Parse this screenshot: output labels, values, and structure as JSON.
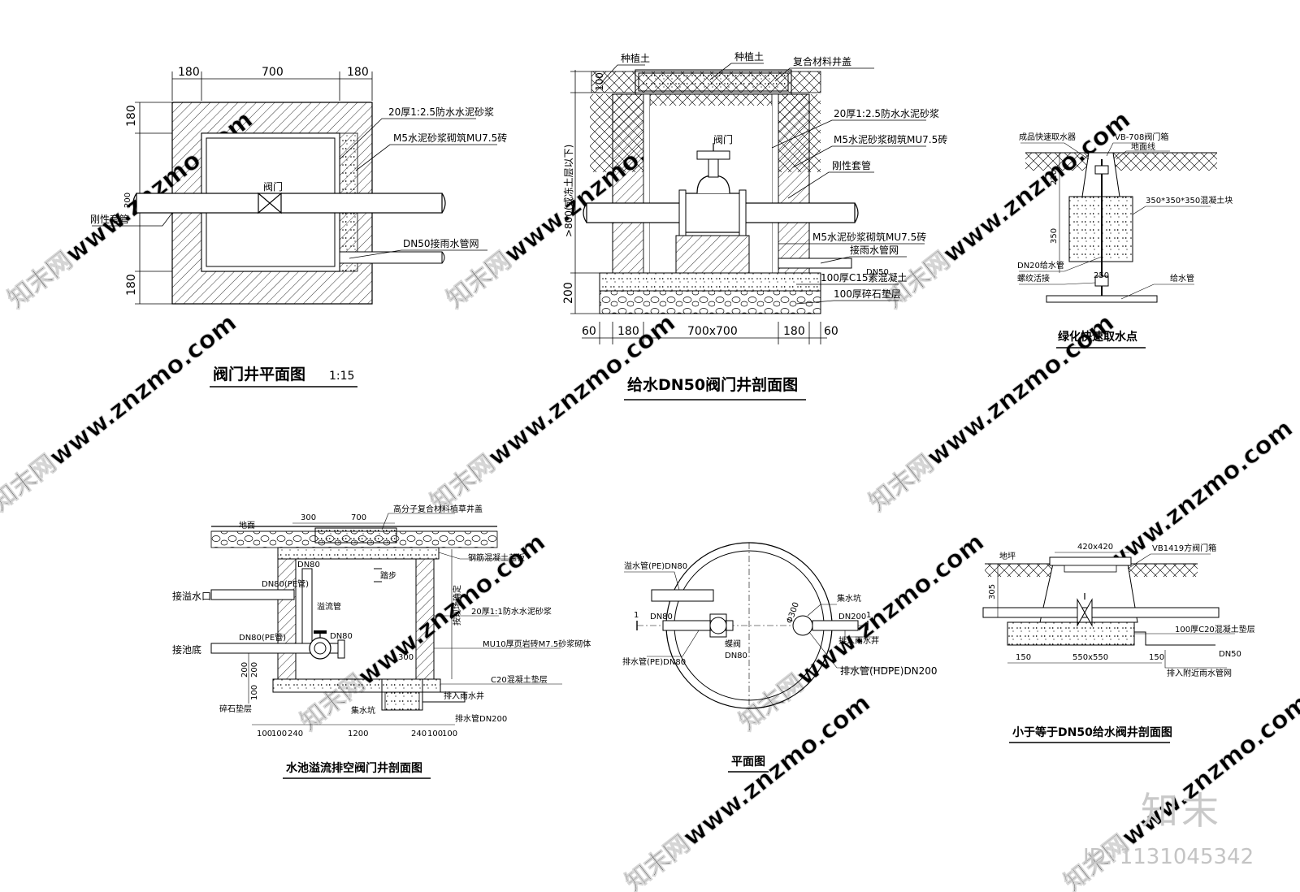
{
  "sheet": {
    "watermark_text": "知末网www.znzmo.com",
    "brand_text": "知末",
    "id_label": "ID: 1131045342"
  },
  "valve_plan": {
    "title": "阀门井平面图",
    "scale": "1:15",
    "dims_top": [
      "180",
      "700",
      "180"
    ],
    "dims_left": [
      "180",
      "180"
    ],
    "pipe_dim": "200",
    "valve_label": "阀门",
    "sleeve_label": "刚性套管",
    "mortar_label": "20厚1:2.5防水水泥砂浆",
    "brick_label": "M5水泥砂浆砌筑MU7.5砖",
    "drain_label": "DN50接雨水管网"
  },
  "valve_section": {
    "title": "给水DN50阀门井剖面图",
    "soil_left": "种植土",
    "soil_mid": "种植土",
    "cover_label": "复合材料井盖",
    "top_dim": "100",
    "depth_note": ">800(或冻土层以下)",
    "valve_label": "阀门",
    "mortar_label": "20厚1:2.5防水水泥砂浆",
    "brick_label": "M5水泥砂浆砌筑MU7.5砖",
    "sleeve_label": "刚性套管",
    "brick_label_2": "M5水泥砂浆砌筑MU7.5砖",
    "rain_label": "接雨水管网",
    "dn_label": "DN50",
    "concrete_label": "100厚C15素混凝土",
    "gravel_label": "100厚碎石垫层",
    "base_dim": "200",
    "dims_bottom": [
      "60",
      "180",
      "700x700",
      "180",
      "60"
    ]
  },
  "quick_tap": {
    "title": "绿化快速取水点",
    "product_label": "成品快速取水器",
    "box_label": "VB-708阀门箱",
    "ground_label": "地面线",
    "block_label": "350*350*350混凝土块",
    "pipe_dn20": "DN20给水管",
    "thread_label": "螺纹活接",
    "main_pipe": "给水管",
    "dim_220": "220",
    "dim_350": "350",
    "dim_250": "250"
  },
  "pool_section": {
    "title": "水池溢流排空阀门井剖面图",
    "ground": "地面",
    "cover": "高分子复合材料植草井盖",
    "slab": "钢筋混凝土盖板",
    "step": "踏步",
    "overflow_in": "接溢水口",
    "overflow_pipe": "溢流管",
    "pool_bottom": "接池底",
    "dn80_pe_1": "DN80(PE管)",
    "dn80_pe_2": "DN80(PE管)",
    "dn80_a": "DN80",
    "dn80_b": "DN80",
    "mortar": "20厚1:1防水水泥砂浆",
    "masonry": "MU10厚页岩砖M7.5砂浆砌体",
    "c20": "C20混凝土垫层",
    "gravel": "碎石垫层",
    "sump": "集水坑",
    "to_rain": "排入雨水井",
    "drain_pipe": "排水管DN200",
    "depth_note": "按现场确定",
    "dim_300": "300",
    "dim_700": "700",
    "dim_300b": "300",
    "dims_bottom": [
      "100",
      "100",
      "240",
      "1200",
      "240",
      "100",
      "100"
    ],
    "dims_left": [
      "200",
      "200",
      "100"
    ]
  },
  "round_plan": {
    "title": "平面图",
    "overflow": "溢水管(PE)DN80",
    "drain_pe": "排水管(PE)DN80",
    "sump": "集水坑",
    "to_rain": "排入雨水井",
    "drain_hdpe": "排水管(HDPE)DN200",
    "butterfly": "蝶阀",
    "dn80_valve": "DN80",
    "dn80_left": "DN80",
    "dn200": "DN200",
    "dia": "Φ300",
    "sec_mark_left": "1",
    "sec_mark_right": "1"
  },
  "small_valve": {
    "title": "小于等于DN50给水阀井剖面图",
    "ground": "地坪",
    "top_dim": "420x420",
    "box_label": "VB1419方阀门箱",
    "depth_dim": "305",
    "c20_label": "100厚C20混凝土垫层",
    "dn50": "DN50",
    "to_rain": "排入附近雨水管网",
    "dims_bottom": [
      "150",
      "550x550",
      "150"
    ]
  }
}
